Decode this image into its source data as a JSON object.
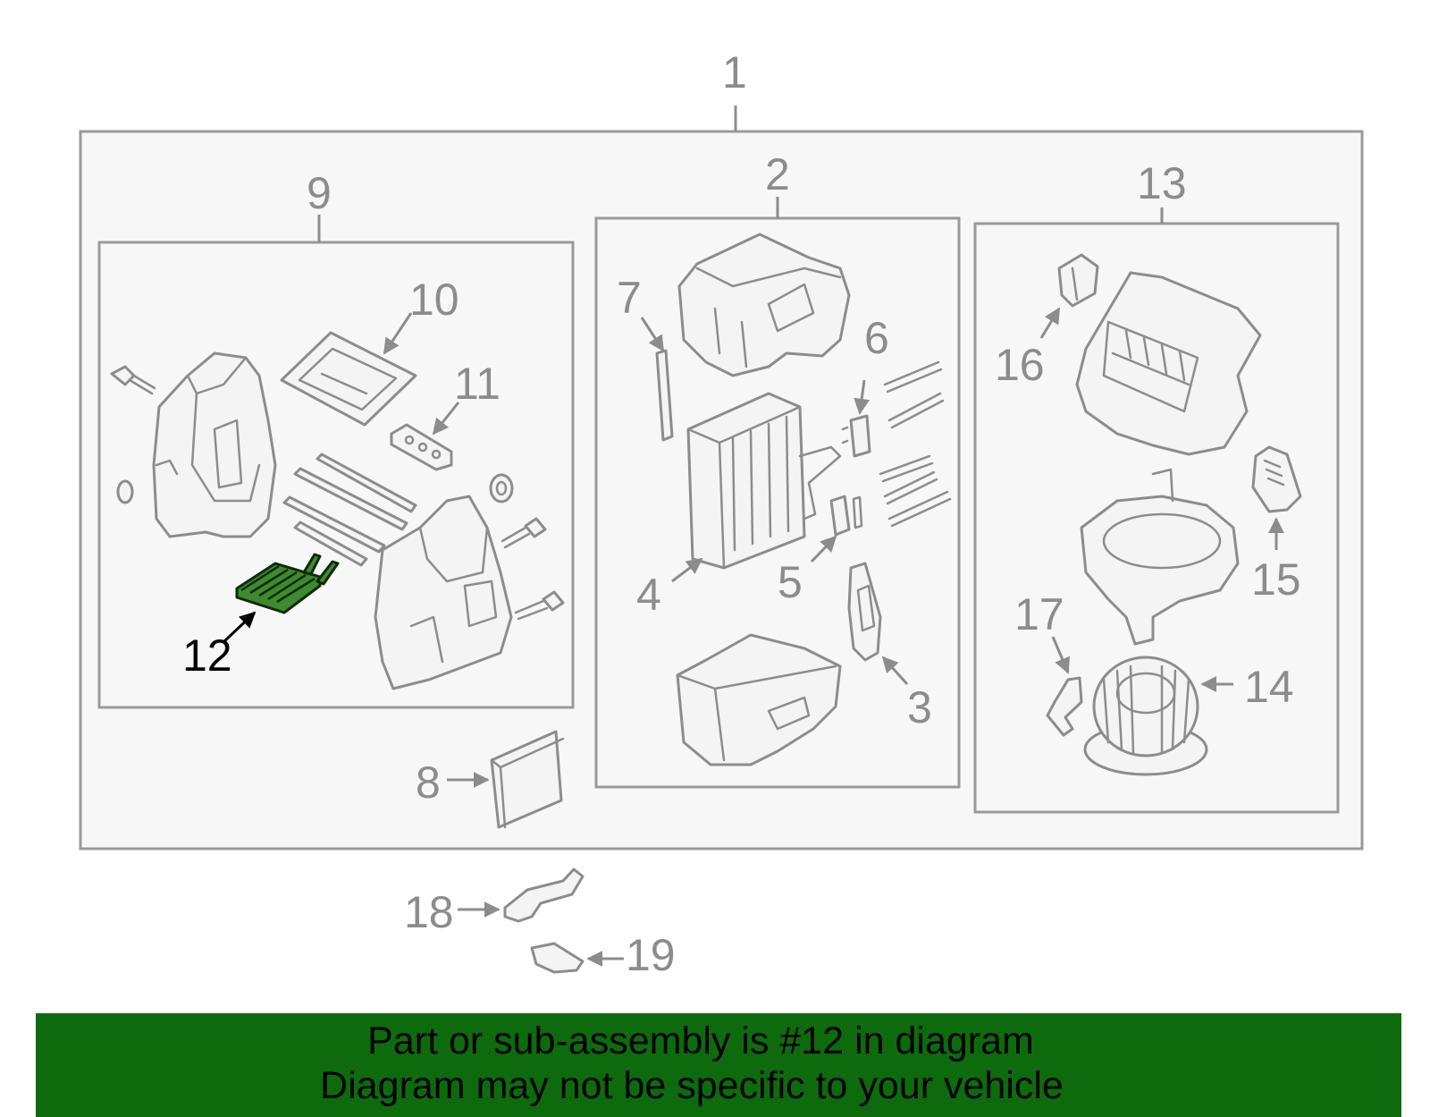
{
  "callouts": {
    "c1": "1",
    "c2": "2",
    "c3": "3",
    "c4": "4",
    "c5": "5",
    "c6": "6",
    "c7": "7",
    "c8": "8",
    "c9": "9",
    "c10": "10",
    "c11": "11",
    "c12": "12",
    "c13": "13",
    "c14": "14",
    "c15": "15",
    "c16": "16",
    "c17": "17",
    "c18": "18",
    "c19": "19"
  },
  "highlighted_part": "12",
  "colors": {
    "banner_bg": "#0d6b0d",
    "highlight_fill": "#3e8a2e",
    "line_gray": "#8c8c8c",
    "frame_bg": "#f7f7f7"
  },
  "banner": {
    "line1": "Part or sub-assembly is #12 in diagram",
    "line2": "Diagram may not be specific to your vehicle"
  }
}
